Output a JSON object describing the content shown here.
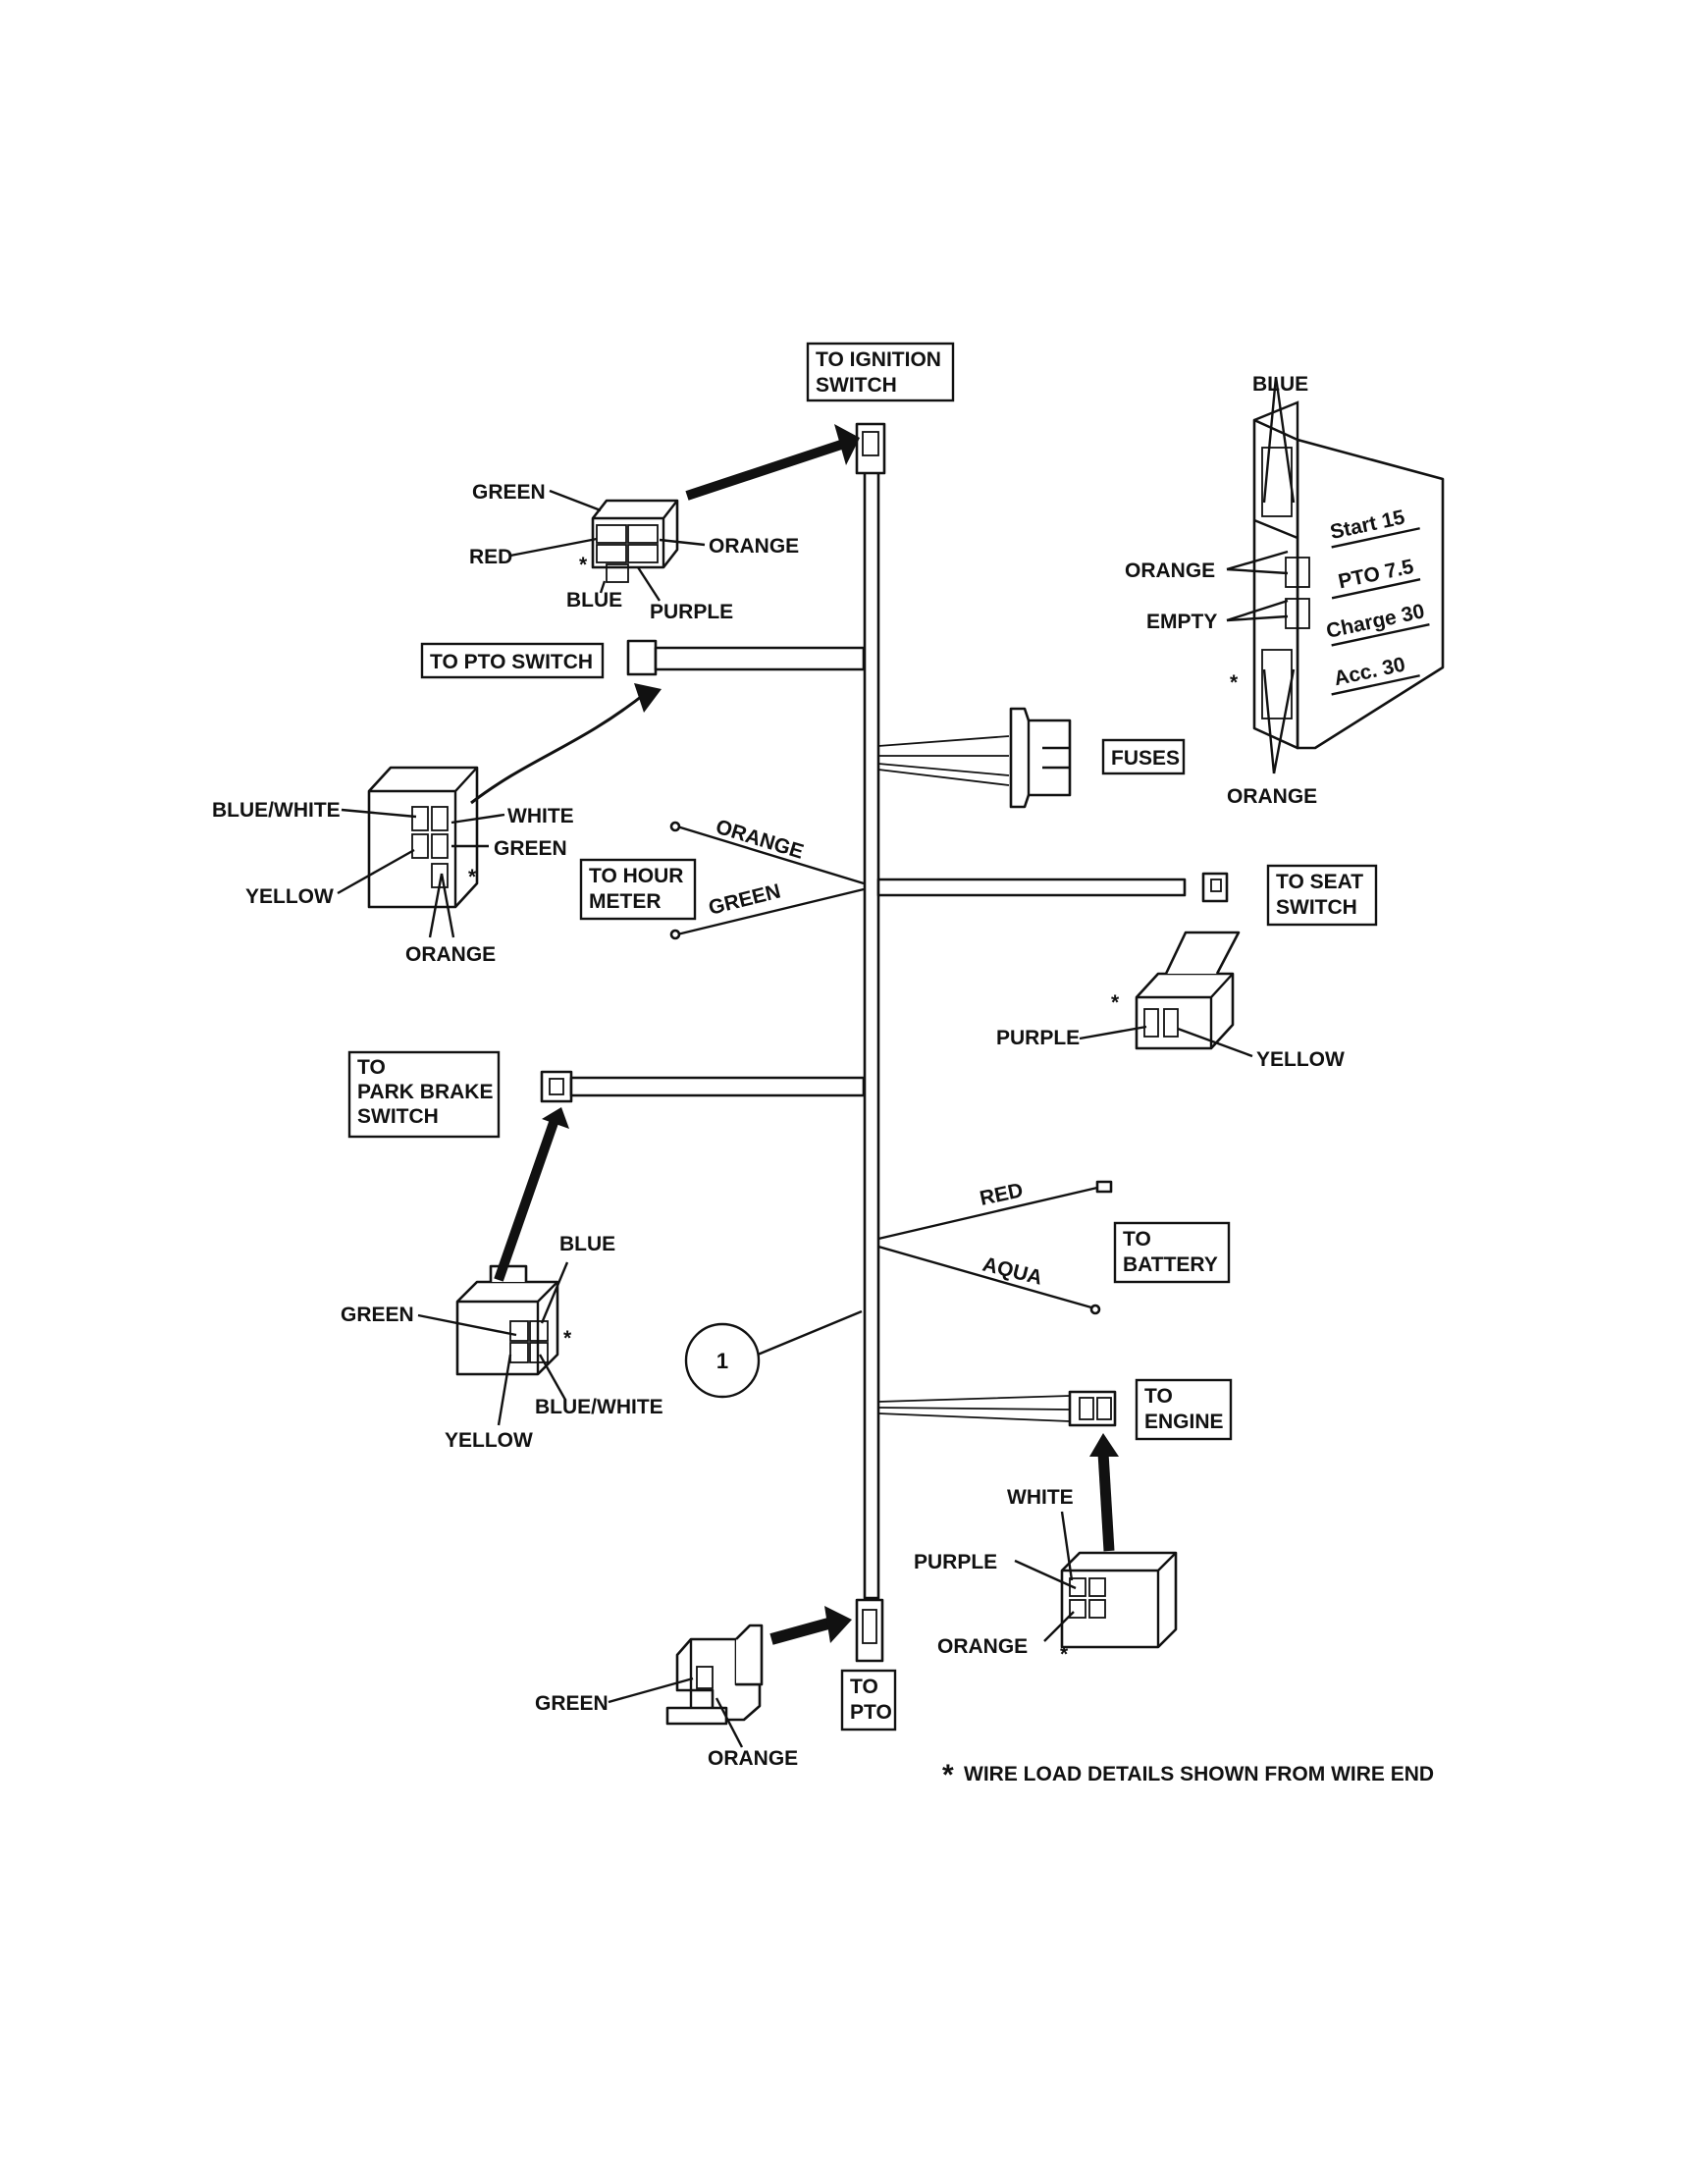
{
  "boxes": {
    "ignition": [
      "TO IGNITION",
      "SWITCH"
    ],
    "pto_switch": [
      "TO PTO SWITCH"
    ],
    "fuses": [
      "FUSES"
    ],
    "hour_meter": [
      "TO HOUR",
      "METER"
    ],
    "seat_switch": [
      "TO SEAT",
      "SWITCH"
    ],
    "park_brake": [
      "TO",
      "PARK BRAKE",
      "SWITCH"
    ],
    "battery": [
      "TO",
      "BATTERY"
    ],
    "engine": [
      "TO",
      "ENGINE"
    ],
    "pto": [
      "TO",
      "PTO"
    ]
  },
  "ignition_connector": {
    "green": "GREEN",
    "red": "RED",
    "blue": "BLUE",
    "purple": "PURPLE",
    "orange": "ORANGE"
  },
  "fuse_block": {
    "blue": "BLUE",
    "orange_top": "ORANGE",
    "empty": "EMPTY",
    "orange_bottom": "ORANGE",
    "slots": [
      "Start 15",
      "PTO 7.5",
      "Charge 30",
      "Acc. 30"
    ]
  },
  "pto_switch_connector": {
    "blue_white": "BLUE/WHITE",
    "white": "WHITE",
    "green": "GREEN",
    "yellow": "YELLOW",
    "orange": "ORANGE"
  },
  "hour_meter_wires": {
    "orange": "ORANGE",
    "green": "GREEN"
  },
  "seat_switch_connector": {
    "purple": "PURPLE",
    "yellow": "YELLOW"
  },
  "park_brake_connector": {
    "blue": "BLUE",
    "green": "GREEN",
    "blue_white": "BLUE/WHITE",
    "yellow": "YELLOW"
  },
  "battery_wires": {
    "red": "RED",
    "aqua": "AQUA"
  },
  "engine_connector": {
    "white": "WHITE",
    "purple": "PURPLE",
    "orange": "ORANGE"
  },
  "pto_connector": {
    "green": "GREEN",
    "orange": "ORANGE"
  },
  "callout": "1",
  "asterisk": "*",
  "footnote": "WIRE LOAD DETAILS SHOWN FROM WIRE END"
}
